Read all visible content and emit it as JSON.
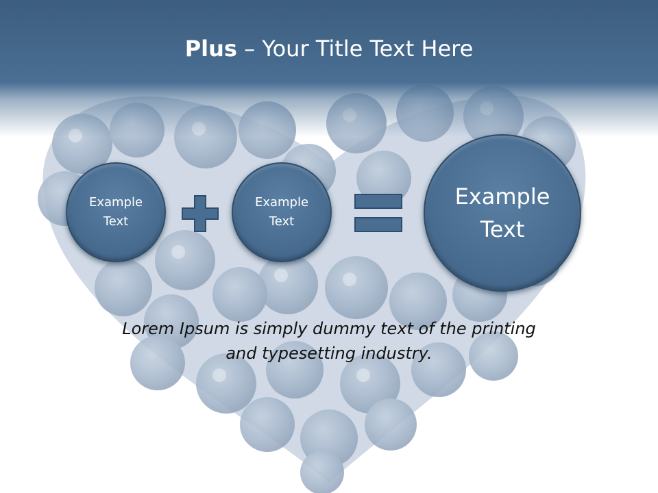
{
  "slide": {
    "title_bold": "Plus",
    "title_rest": " – Your Title Text Here",
    "circle_left": "Example\nText",
    "circle_middle": "Example\nText",
    "circle_result": "Example\nText",
    "operator_plus": "plus-icon",
    "operator_equals": "equals-icon",
    "caption": "Lorem Ipsum is simply dummy text of the printing\nand typesetting industry."
  },
  "colors": {
    "header": "#4a6f93",
    "circle_fill": "#4a6e92",
    "circle_border": "#2e4d6d",
    "operator_fill": "#4a6e92",
    "background_art": "#7e97b4"
  }
}
